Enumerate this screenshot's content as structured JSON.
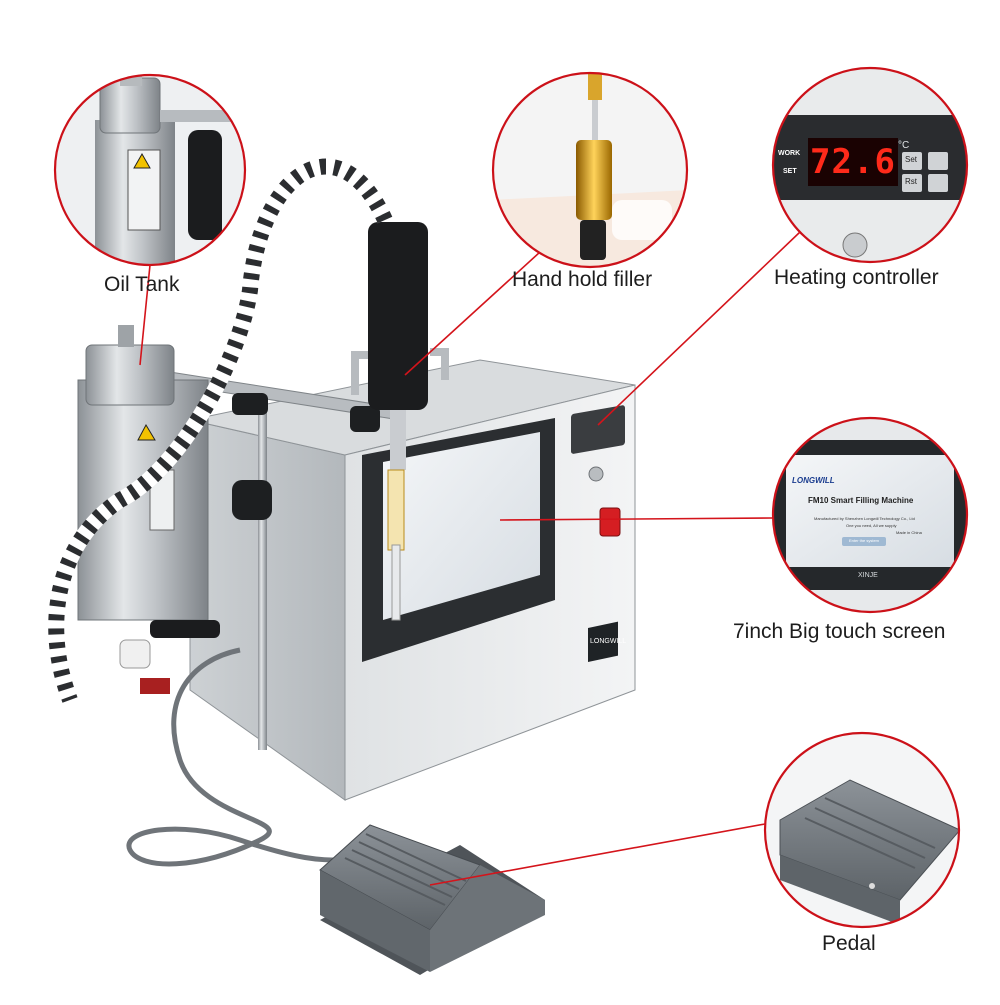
{
  "callouts": {
    "oil_tank": "Oil Tank",
    "hand_hold_filler": "Hand hold filler",
    "heating_controller": "Heating controller",
    "touch_screen": "7inch Big touch screen",
    "pedal": "Pedal"
  },
  "controller": {
    "display_value": "72.6",
    "unit": "°C",
    "work_label": "WORK",
    "set_label": "SET",
    "set_button": "Set",
    "rst_button": "Rst"
  },
  "screen": {
    "brand": "LONGWILL",
    "title": "FM10 Smart Filling Machine",
    "manufacturer_line": "Manufactured by Shenzhen Longwill Technology Co., Ltd",
    "tagline": "One you need, All we supply",
    "origin": "Made in China",
    "enter_button": "Enter the system",
    "bezel_brand": "XINJE"
  },
  "machine": {
    "nameplate": "LONGWILL"
  },
  "colors": {
    "accent_red": "#d4141b",
    "led_red": "#ff2a1a",
    "steel": "#c9cccf",
    "cabinet": "#eceef0",
    "pedal_grey": "#7a8086"
  }
}
